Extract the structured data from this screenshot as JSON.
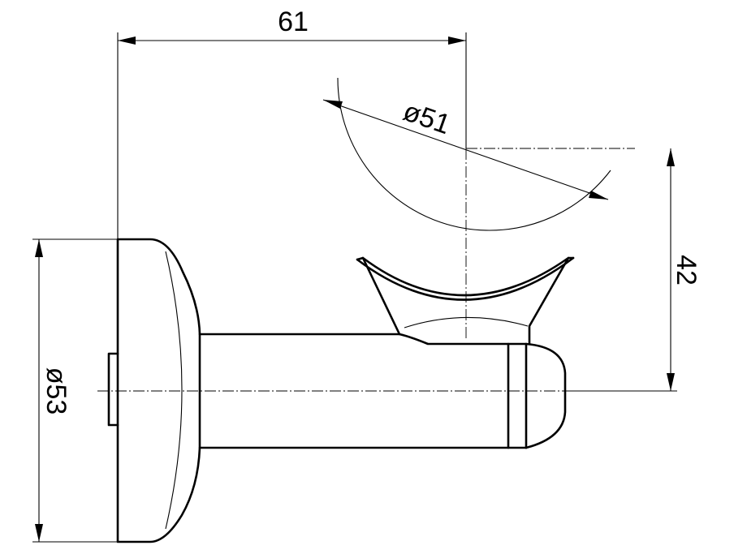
{
  "dimensions": {
    "width": {
      "label": "61",
      "value": 61
    },
    "ball_diameter": {
      "label": "ø51",
      "value": 51
    },
    "height": {
      "label": "42",
      "value": 42
    },
    "base_diameter": {
      "label": "ø53",
      "value": 53
    }
  },
  "colors": {
    "line": "#000000",
    "background": "#ffffff"
  }
}
